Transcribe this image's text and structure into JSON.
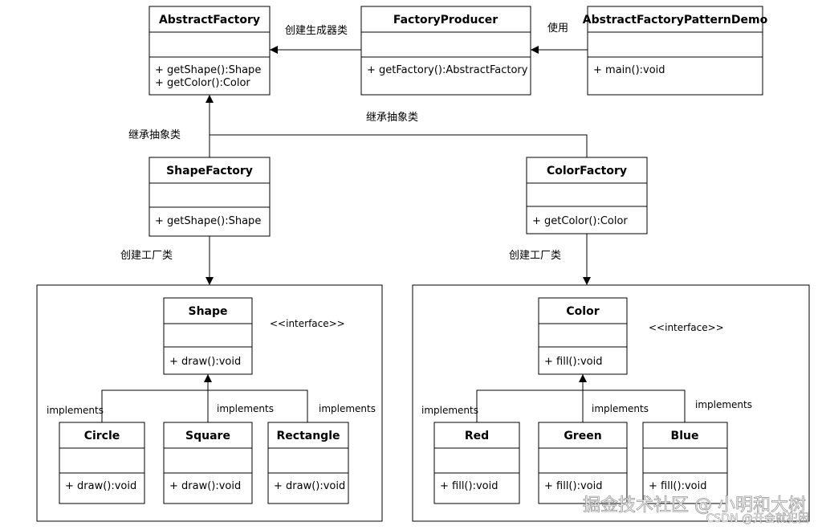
{
  "classes": {
    "abstract_factory": {
      "name": "AbstractFactory",
      "methods": [
        "+ getShape():Shape",
        "+ getColor():Color"
      ]
    },
    "factory_producer": {
      "name": "FactoryProducer",
      "methods": [
        "+ getFactory():AbstractFactory"
      ]
    },
    "demo": {
      "name": "AbstractFactoryPatternDemo",
      "methods": [
        "+ main():void"
      ]
    },
    "shape_factory": {
      "name": "ShapeFactory",
      "methods": [
        "+ getShape():Shape"
      ]
    },
    "color_factory": {
      "name": "ColorFactory",
      "methods": [
        "+ getColor():Color"
      ]
    },
    "shape": {
      "name": "Shape",
      "methods": [
        "+ draw():void"
      ],
      "stereotype": "<<interface>>"
    },
    "color": {
      "name": "Color",
      "methods": [
        "+ fill():void"
      ],
      "stereotype": "<<interface>>"
    },
    "circle": {
      "name": "Circle",
      "methods": [
        "+ draw():void"
      ]
    },
    "square": {
      "name": "Square",
      "methods": [
        "+ draw():void"
      ]
    },
    "rectangle": {
      "name": "Rectangle",
      "methods": [
        "+ draw():void"
      ]
    },
    "red": {
      "name": "Red",
      "methods": [
        "+ fill():void"
      ]
    },
    "green": {
      "name": "Green",
      "methods": [
        "+ fill():void"
      ]
    },
    "blue": {
      "name": "Blue",
      "methods": [
        "+ fill():void"
      ]
    }
  },
  "labels": {
    "create_generator": "创建生成器类",
    "use": "使用",
    "inherit_left": "继承抽象类",
    "inherit_right": "继承抽象类",
    "create_factory_left": "创建工厂类",
    "create_factory_right": "创建工厂类",
    "implements": "implements"
  },
  "watermark": {
    "juejin": "掘金技术社区 @ 小明和大树",
    "csdn": "CSDN @开会就犯困"
  }
}
